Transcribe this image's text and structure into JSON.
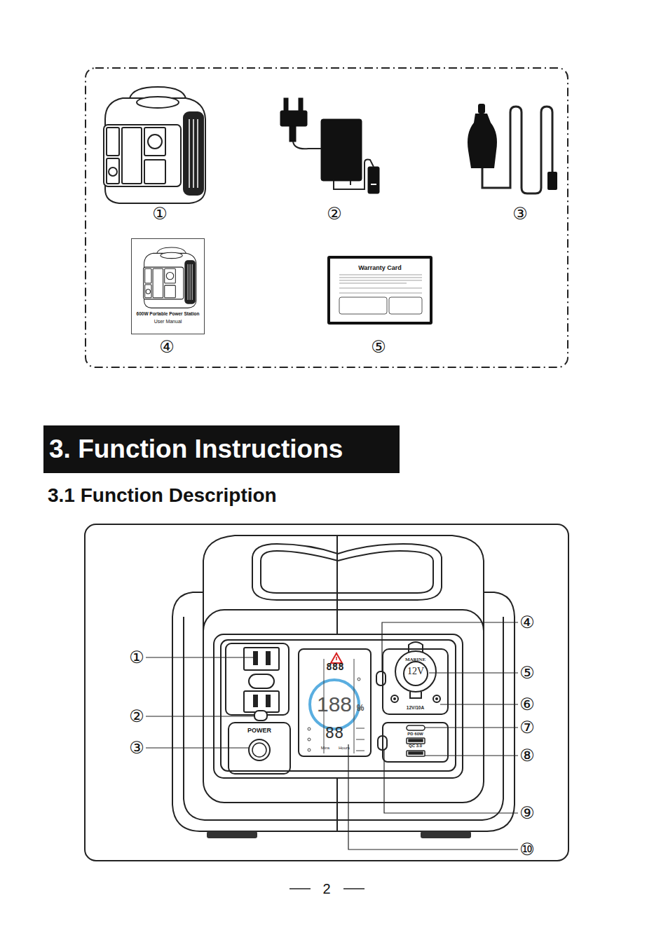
{
  "diagram": {
    "title": "3. Function Instructions",
    "nodes": [
      {
        "text": [
          "600W Portable Power Station",
          "User Manual"
        ]
      },
      {
        "text": [
          "Warranty Card"
        ]
      },
      {
        "text": [
          "888",
          "188",
          "%",
          "88",
          "Mins",
          "Hours"
        ]
      },
      {
        "text": [
          "MARINE",
          "12V",
          "12V/10A"
        ]
      },
      {
        "text": [
          "POWER"
        ]
      },
      {
        "text": [
          "PD 60W",
          "QC 3.0"
        ]
      }
    ],
    "labels": [
      "①",
      "②",
      "③",
      "④",
      "⑤",
      "3.1 Function Description",
      "①",
      "②",
      "③",
      "④",
      "⑤",
      "⑥",
      "⑦",
      "⑧",
      "⑨",
      "⑩",
      "2"
    ]
  }
}
